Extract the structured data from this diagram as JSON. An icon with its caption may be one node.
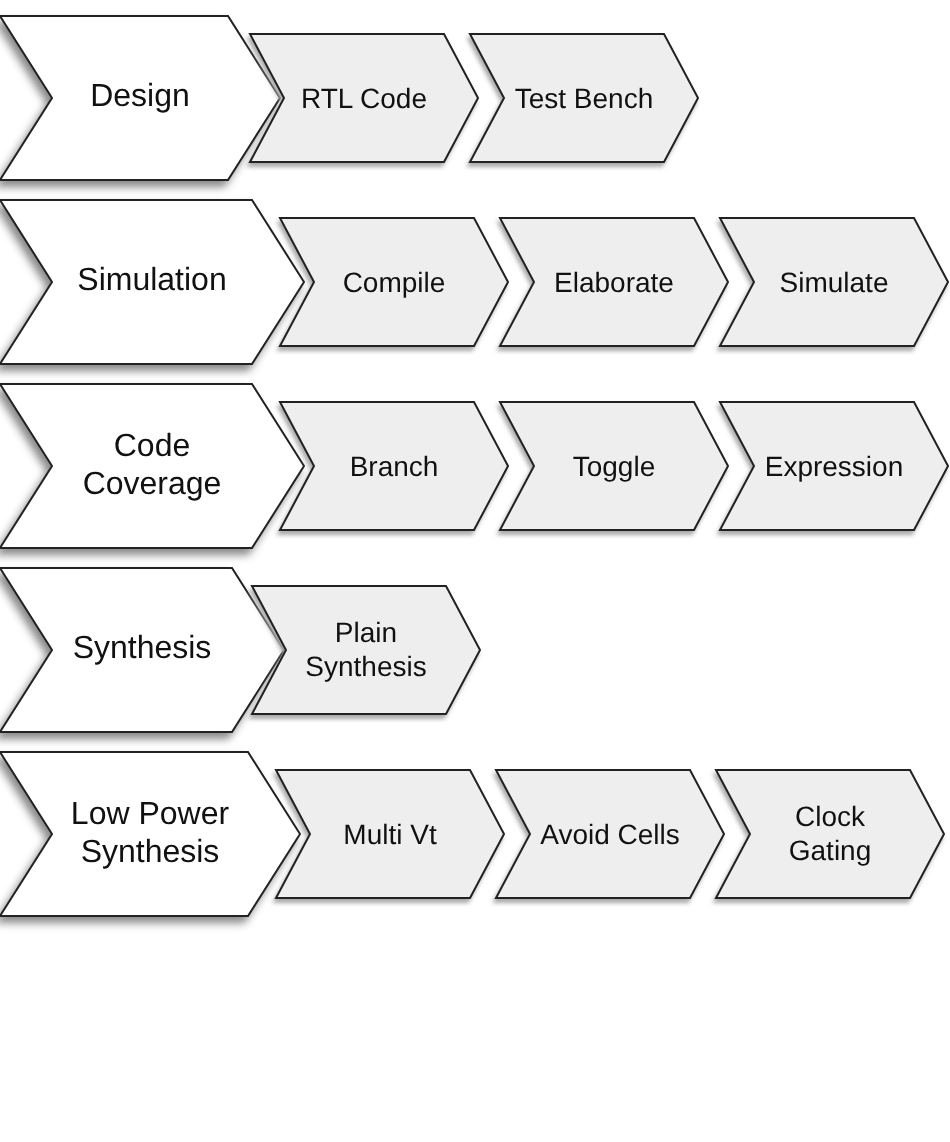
{
  "diagram": {
    "nodes": [
      {
        "text": [
          "Design"
        ]
      },
      {
        "text": [
          "RTL Code"
        ]
      },
      {
        "text": [
          "Test Bench"
        ]
      },
      {
        "text": [
          "Simulation"
        ]
      },
      {
        "text": [
          "Compile"
        ]
      },
      {
        "text": [
          "Elaborate"
        ]
      },
      {
        "text": [
          "Simulate"
        ]
      },
      {
        "text": [
          "Code Coverage"
        ]
      },
      {
        "text": [
          "Branch"
        ]
      },
      {
        "text": [
          "Toggle"
        ]
      },
      {
        "text": [
          "Expression"
        ]
      },
      {
        "text": [
          "Synthesis"
        ]
      },
      {
        "text": [
          "Plain Synthesis"
        ]
      },
      {
        "text": [
          "Low Power Synthesis"
        ]
      },
      {
        "text": [
          "Multi Vt"
        ]
      },
      {
        "text": [
          "Avoid Cells"
        ]
      },
      {
        "text": [
          "Clock Gating"
        ]
      }
    ]
  }
}
